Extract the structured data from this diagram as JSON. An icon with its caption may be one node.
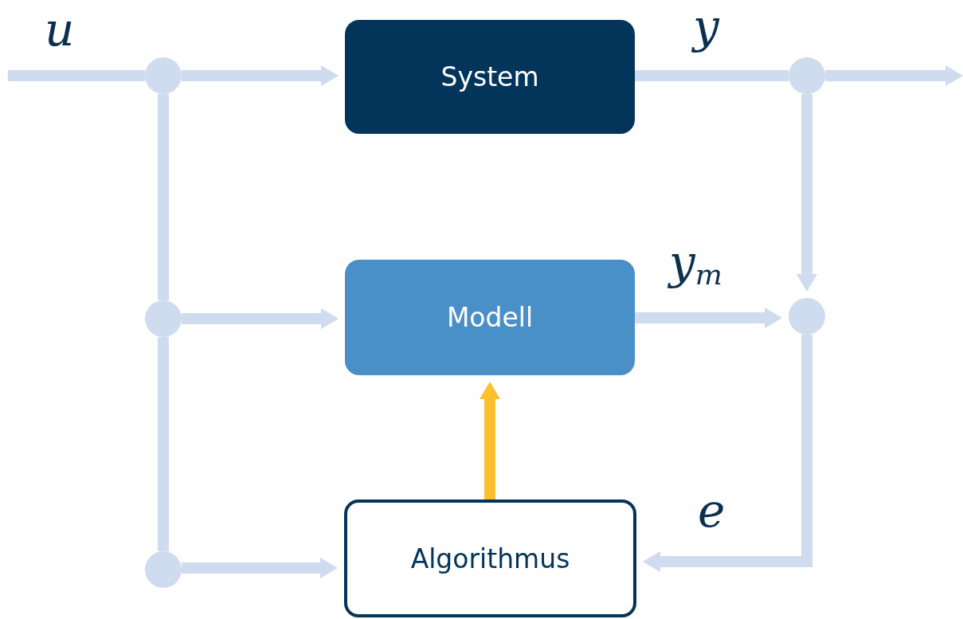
{
  "diagram": {
    "nodes": [
      {
        "text": [
          "System"
        ]
      },
      {
        "text": [
          "Modell"
        ]
      },
      {
        "text": [
          "Algorithmus"
        ]
      },
      {
        "text": [],
        "shape": "circle"
      },
      {
        "text": [],
        "shape": "circle"
      },
      {
        "text": [],
        "shape": "circle"
      },
      {
        "text": [],
        "shape": "circle"
      },
      {
        "text": [],
        "shape": "circle"
      }
    ],
    "edges": [
      {
        "from": null,
        "to": 3,
        "arrow": "none",
        "label": "u"
      },
      {
        "from": 3,
        "to": 0,
        "arrow": "to"
      },
      {
        "from": 3,
        "to": 4,
        "arrow": "none"
      },
      {
        "from": 4,
        "to": 5,
        "arrow": "none"
      },
      {
        "from": 4,
        "to": 1,
        "arrow": "to"
      },
      {
        "from": 5,
        "to": 2,
        "arrow": "to"
      },
      {
        "from": 0,
        "to": 6,
        "arrow": "none",
        "label": "y"
      },
      {
        "from": 6,
        "to": null,
        "arrow": "to"
      },
      {
        "from": 6,
        "to": 7,
        "arrow": "to"
      },
      {
        "from": 1,
        "to": 7,
        "arrow": "to",
        "label": "y$_{m}$"
      },
      {
        "from": 7,
        "to": 2,
        "arrow": "to",
        "label": "e"
      },
      {
        "from": 2,
        "to": 1,
        "arrow": "to",
        "color": "#fbc02d"
      }
    ]
  }
}
